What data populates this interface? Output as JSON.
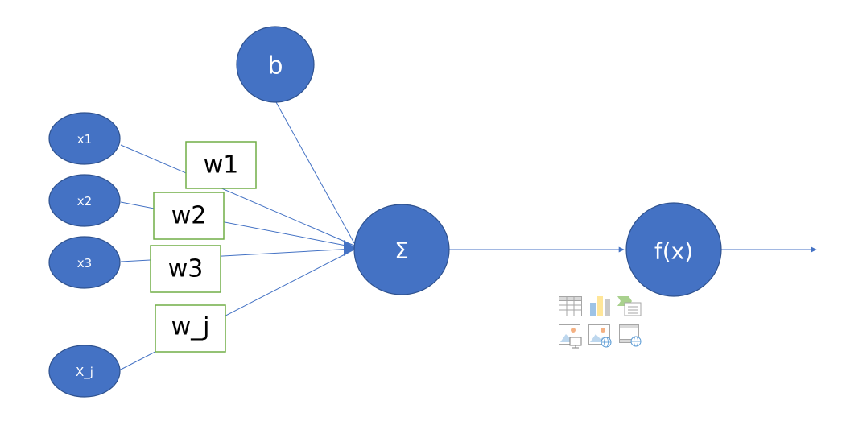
{
  "diagram": {
    "nodes": {
      "bias": {
        "label": "b"
      },
      "x1": {
        "label": "x1"
      },
      "x2": {
        "label": "x2"
      },
      "x3": {
        "label": "x3"
      },
      "xj": {
        "label": "X_j"
      },
      "sum": {
        "label": "Σ"
      },
      "activation": {
        "label": "f(x)"
      }
    },
    "weights": {
      "w1": {
        "label": "w1"
      },
      "w2": {
        "label": "w2"
      },
      "w3": {
        "label": "w3"
      },
      "wj": {
        "label": "w_j"
      }
    },
    "colors": {
      "node_fill": "#4472c4",
      "node_stroke": "#2f528f",
      "edge": "#4472c4",
      "weight_border": "#70ad47",
      "text_on_node": "#ffffff",
      "weight_text": "#000000"
    },
    "placeholder_icons": [
      "insert-table-icon",
      "insert-chart-icon",
      "insert-smartart-icon",
      "insert-picture-icon",
      "insert-online-picture-icon",
      "insert-video-icon"
    ]
  }
}
